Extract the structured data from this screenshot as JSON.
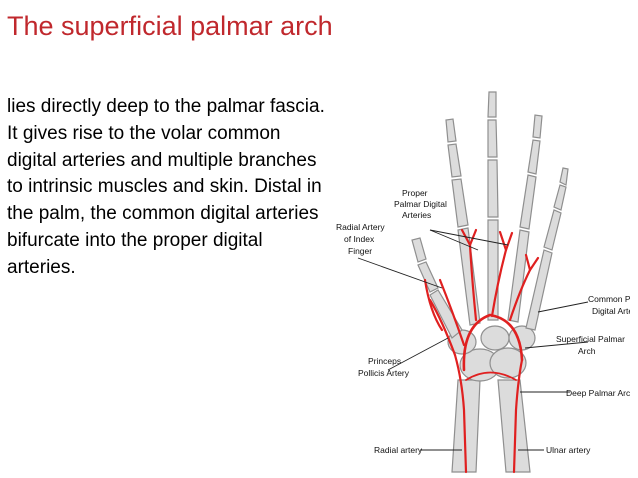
{
  "slide": {
    "title": "The superficial palmar arch",
    "body": " lies directly deep to the palmar fascia. It gives rise to the volar common digital arteries and multiple branches to intrinsic muscles and skin. Distal in the palm, the common digital arteries bifurcate into the proper digital arteries."
  },
  "figure": {
    "labels": {
      "proper_1": "Proper",
      "proper_2": "Palmar Digital",
      "proper_3": "Arteries",
      "radial_index_1": "Radial Artery",
      "radial_index_2": "of Index",
      "radial_index_3": "Finger",
      "common_1": "Common Palmar",
      "common_2": "Digital Arteries",
      "superficial_1": "Superficial Palmar",
      "superficial_2": "Arch",
      "princeps_1": "Princeps",
      "princeps_2": "Pollicis Artery",
      "deep": "Deep Palmar Arch",
      "radial": "Radial artery",
      "ulnar": "Ulnar artery"
    },
    "colors": {
      "artery": "#e02020",
      "bone": "#d4d4d4",
      "bone_outline": "#9a9a9a"
    }
  }
}
